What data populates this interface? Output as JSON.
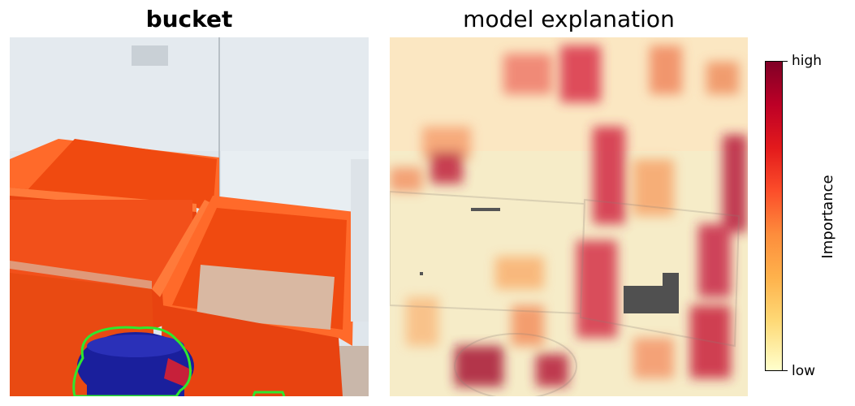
{
  "left_panel": {
    "title": "bucket",
    "segmentation_color": "#2ee82e"
  },
  "right_panel": {
    "title": "model explanation"
  },
  "colorbar": {
    "high_label": "high",
    "low_label": "low",
    "axis_label": "Importance",
    "colors": [
      "#800026",
      "#bd0026",
      "#e31a1c",
      "#fc4e2a",
      "#fd8d3c",
      "#feb24c",
      "#fed976",
      "#ffffcc"
    ]
  },
  "scene_colors": {
    "wall": "#dfe6ec",
    "basin_orange": "#f04a10",
    "basin_edge": "#ff6a2a",
    "water": "#d9b8a2",
    "bucket_blue": "#1a1f9c",
    "floor": "#c9b7aa"
  }
}
